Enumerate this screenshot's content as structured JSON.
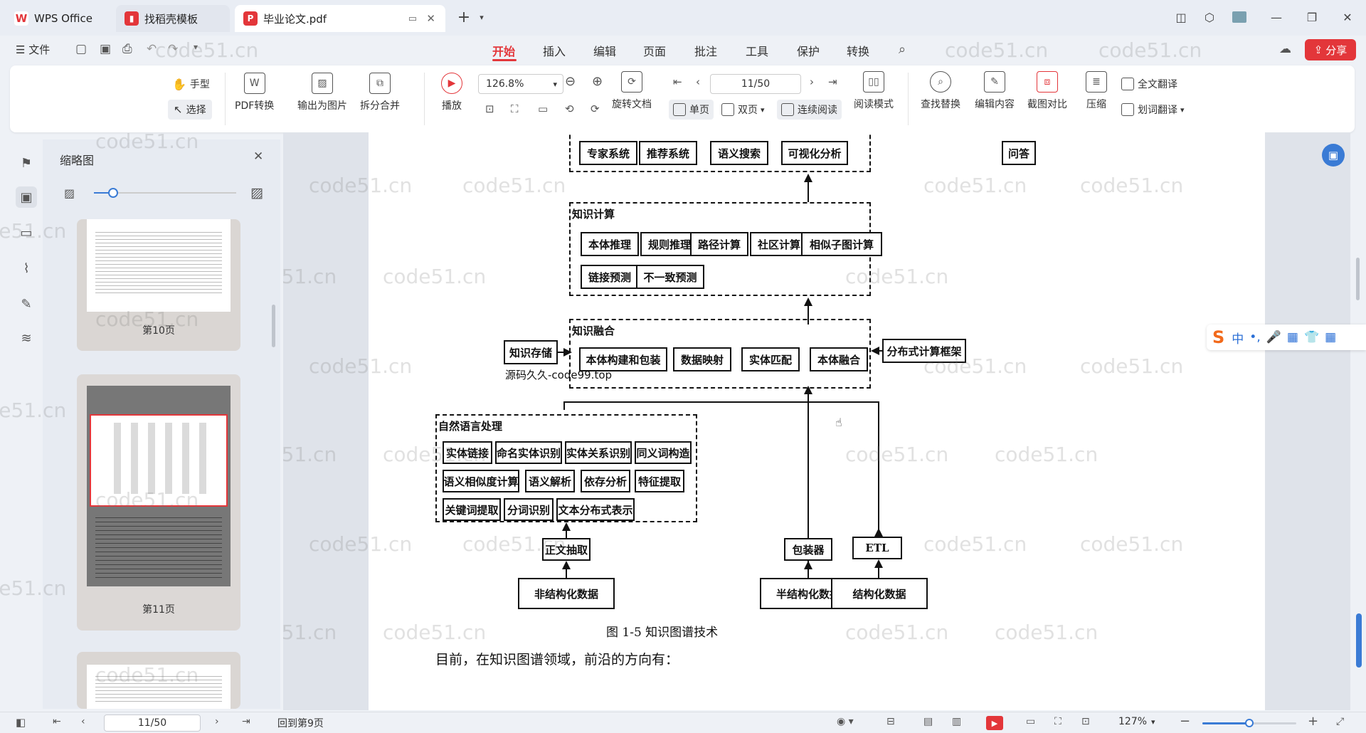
{
  "tabs": [
    {
      "label": "WPS Office"
    },
    {
      "label": "找稻壳模板"
    },
    {
      "label": "毕业论文.pdf"
    }
  ],
  "menu": {
    "file": "文件",
    "tabs": [
      "开始",
      "插入",
      "编辑",
      "页面",
      "批注",
      "工具",
      "保护",
      "转换"
    ],
    "active": "开始",
    "share": "分享"
  },
  "ribbon": {
    "hand": "手型",
    "select": "选择",
    "pdf_convert": "PDF转换",
    "export_image": "输出为图片",
    "split_merge": "拆分合并",
    "play": "播放",
    "zoom": "126.8%",
    "page": "11/50",
    "rotate": "旋转文档",
    "single": "单页",
    "double": "双页",
    "continuous": "连续阅读",
    "read_mode": "阅读模式",
    "find_replace": "查找替换",
    "edit_content": "编辑内容",
    "screenshot_compare": "截图对比",
    "compress": "压缩",
    "full_translate": "全文翻译",
    "word_translate": "划词翻译"
  },
  "thumbs": {
    "title": "缩略图",
    "page10": "第10页",
    "page11": "第11页"
  },
  "diagram": {
    "top_row": [
      "专家系统",
      "推荐系统",
      "语义搜索",
      "可视化分析",
      "问答"
    ],
    "kc_title": "知识计算",
    "kc_row1": [
      "本体推理",
      "规则推理",
      "路径计算",
      "社区计算",
      "相似子图计算"
    ],
    "kc_row2": [
      "链接预测",
      "不一致预测"
    ],
    "kf_title": "知识融合",
    "kf_row": [
      "本体构建和包装",
      "数据映射",
      "实体匹配",
      "本体融合"
    ],
    "storage": "知识存储",
    "distributed": "分布式计算框架",
    "source_note": "源码久久-code99.top",
    "nlp_title": "自然语言处理",
    "nlp_row1": [
      "实体链接",
      "命名实体识别",
      "实体关系识别",
      "同义词构造"
    ],
    "nlp_row2": [
      "语义相似度计算",
      "语义解析",
      "依存分析",
      "特征提取"
    ],
    "nlp_row3": [
      "关键词提取",
      "分词识别",
      "文本分布式表示"
    ],
    "extract": "正文抽取",
    "wrapper": "包装器",
    "etl": "ETL",
    "unstructured": "非结构化数据",
    "semistructured": "半结构化数据",
    "structured": "结构化数据",
    "caption": "图 1-5  知识图谱技术",
    "body_text": "目前，在知识图谱领域，前沿的方向有："
  },
  "watermark": "code51.cn",
  "status": {
    "page": "11/50",
    "back": "回到第9页",
    "zoom": "127%"
  }
}
